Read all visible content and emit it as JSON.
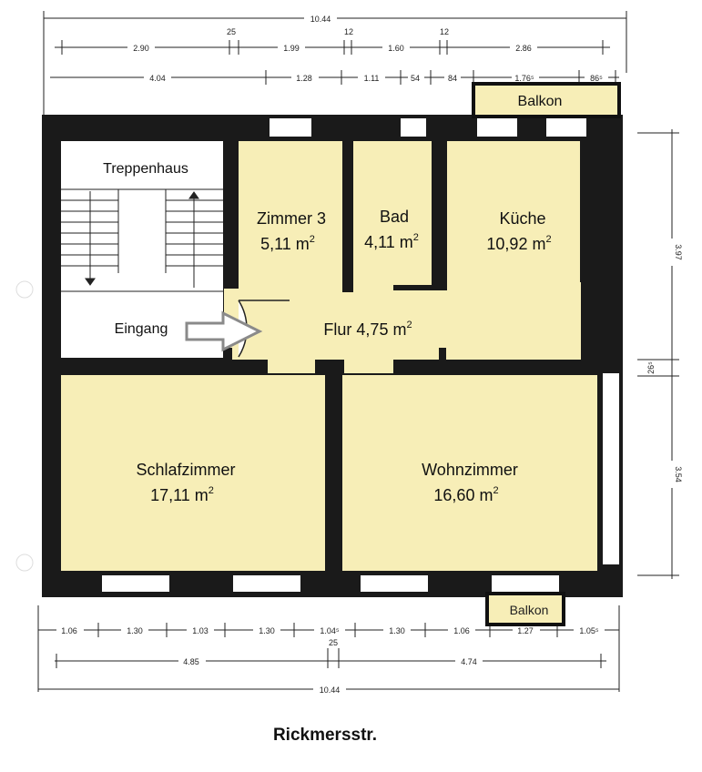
{
  "rooms": {
    "treppenhaus": "Treppenhaus",
    "eingang": "Eingang",
    "zimmer3": {
      "name": "Zimmer 3",
      "area": "5,11 m"
    },
    "bad": {
      "name": "Bad",
      "area": "4,11 m"
    },
    "kueche": {
      "name": "Küche",
      "area": "10,92 m"
    },
    "flur": "Flur 4,75 m",
    "schlafzimmer": {
      "name": "Schlafzimmer",
      "area": "17,11 m"
    },
    "wohnzimmer": {
      "name": "Wohnzimmer",
      "area": "16,60 m"
    },
    "balkon_top": "Balkon",
    "balkon_bottom": "Balkon",
    "sup": "2"
  },
  "street": "Rickmersstr.",
  "dimensions": {
    "top_total": "10.44",
    "top_row1": [
      "25",
      "12",
      "12"
    ],
    "top_row2": [
      "2.90",
      "1.99",
      "1.60",
      "2.86"
    ],
    "top_row3": [
      "4.04",
      "1.28",
      "1.11",
      "54",
      "84",
      "1.76⁵",
      "86⁵"
    ],
    "right": [
      "3.97",
      "26⁵",
      "3.54"
    ],
    "bottom_row1": [
      "1.06",
      "1.30",
      "1.03",
      "1.30",
      "1.04⁵",
      "1.30",
      "1.06",
      "1.27",
      "1.05⁵"
    ],
    "bottom_row2": [
      "4.85",
      "25",
      "4.74"
    ],
    "bottom_total": "10.44"
  },
  "colors": {
    "room_fill": "#f7eeb7",
    "wall": "#1a1a1a",
    "arrow": "#8a8a8a"
  }
}
